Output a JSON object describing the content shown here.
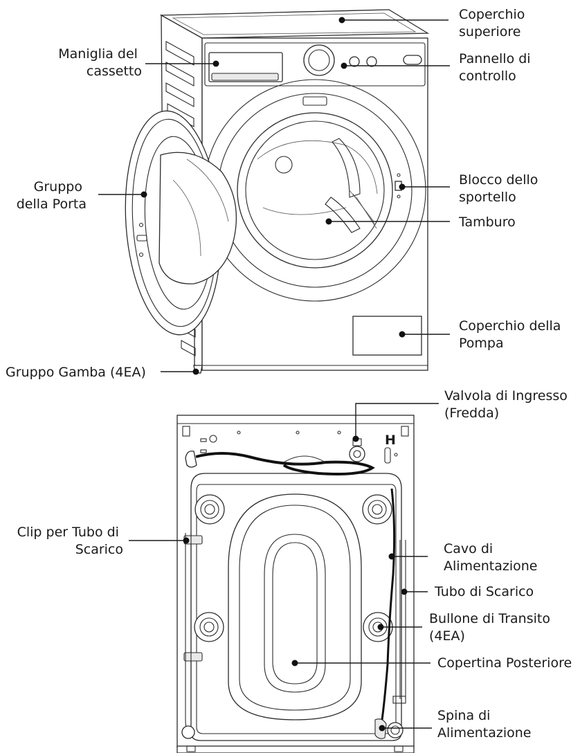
{
  "callouts": [
    {
      "id": "top-cover",
      "lines": [
        "Coperchio",
        "superiore"
      ]
    },
    {
      "id": "drawer-handle",
      "lines": [
        "Maniglia del",
        "cassetto"
      ]
    },
    {
      "id": "control-panel",
      "lines": [
        "Pannello di",
        "controllo"
      ]
    },
    {
      "id": "door-assembly",
      "lines": [
        "Gruppo",
        "della Porta"
      ]
    },
    {
      "id": "door-lock",
      "lines": [
        "Blocco dello",
        "sportello"
      ]
    },
    {
      "id": "drum",
      "lines": [
        "Tamburo"
      ]
    },
    {
      "id": "pump-cover",
      "lines": [
        "Coperchio della",
        "Pompa"
      ]
    },
    {
      "id": "leg-assembly",
      "lines": [
        "Gruppo Gamba (4EA)"
      ]
    },
    {
      "id": "inlet-valve",
      "lines": [
        "Valvola di Ingresso",
        "(Fredda)"
      ]
    },
    {
      "id": "drain-hose-clip",
      "lines": [
        "Clip per Tubo di",
        "Scarico"
      ]
    },
    {
      "id": "power-cord",
      "lines": [
        "Cavo di",
        "Alimentazione"
      ]
    },
    {
      "id": "drain-hose",
      "lines": [
        "Tubo di Scarico"
      ]
    },
    {
      "id": "transit-bolt",
      "lines": [
        "Bullone di Transito",
        "(4EA)"
      ]
    },
    {
      "id": "back-cover",
      "lines": [
        "Copertina Posteriore"
      ]
    },
    {
      "id": "power-plug",
      "lines": [
        "Spina di",
        "Alimentazione"
      ]
    }
  ],
  "back_panel_marker": "H",
  "colors": {
    "line": "#1a1a1a",
    "dot": "#111111",
    "machine": "#2a2a2a",
    "cord": "#111111"
  }
}
